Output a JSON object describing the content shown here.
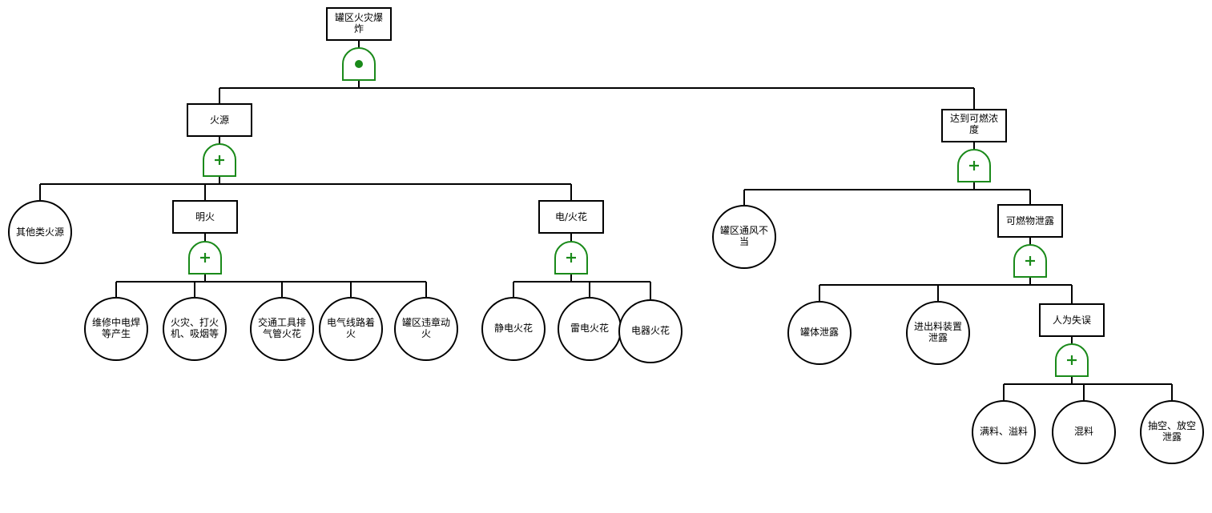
{
  "colors": {
    "gate": "#1a8a1a",
    "line": "#000000",
    "background": "#ffffff"
  },
  "nodes": {
    "top": "罐区火灾爆炸",
    "fire_source": "火源",
    "flammable_conc": "达到可燃浓度",
    "other_fire": "其他类火源",
    "open_flame": "明火",
    "elec_spark": "电/火花",
    "ventilation": "罐区通风不当",
    "leak": "可燃物泄露",
    "welding": "维修中电焊等产生",
    "lighter": "火灾、打火机、吸烟等",
    "exhaust": "交通工具排气管火花",
    "wiring": "电气线路着火",
    "illegal_fire": "罐区违章动火",
    "static": "静电火花",
    "lightning": "雷电火花",
    "appliance": "电器火花",
    "tank_leak": "罐体泄露",
    "loading_leak": "进出料装置泄露",
    "human_error": "人为失误",
    "overflow": "满料、溢料",
    "mixing": "混料",
    "venting": "抽空、放空泄露"
  },
  "gates": {
    "top": "and-gate-icon",
    "fire_source": "or-gate-icon",
    "flammable_conc": "or-gate-icon",
    "open_flame": "or-gate-icon",
    "elec_spark": "or-gate-icon",
    "leak": "or-gate-icon",
    "human_error": "or-gate-icon"
  }
}
